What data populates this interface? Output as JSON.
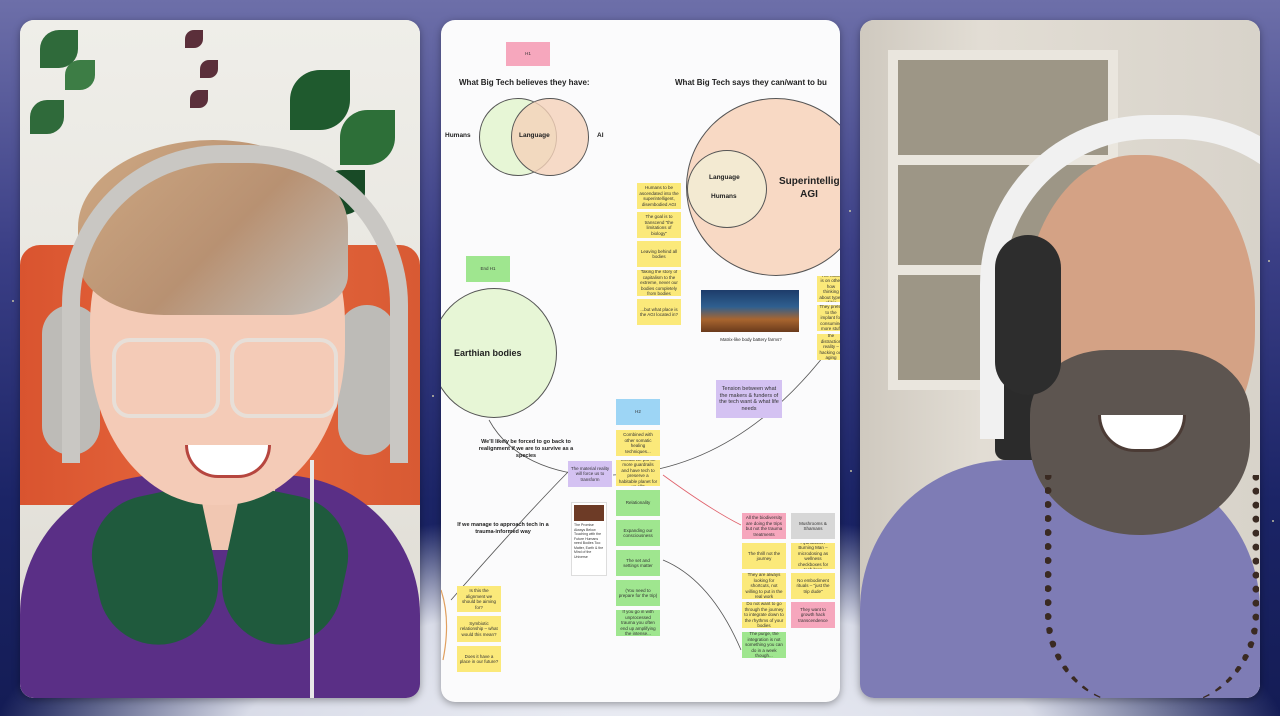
{
  "whiteboard": {
    "tag_top": "H1",
    "tag_end": "End H1",
    "tag_h2": "H2",
    "heading_left": "What Big Tech believes they have:",
    "heading_right": "What Big Tech says they can/want to bu",
    "venn_humans": "Humans",
    "venn_language": "Language",
    "venn_ai": "AI",
    "agi_title": "Superintellig AGI",
    "agi_inner_language": "Language",
    "agi_inner_humans": "Humans",
    "earthian": "Earthian bodies",
    "image_caption": "Matrix-like body battery farms?",
    "tension": "Tension between what the makers & funders of the tech want & what life needs",
    "forced": "We'll likely be forced to go back to realignment if we are to survive as a species",
    "trauma": "If we manage to approach tech in a trauma-informed way",
    "material": "The material reality will force us to transform",
    "notes_left_column": [
      "Humans to be ascendated into the superintelligent, disembodied AGI",
      "The goal is to transcend \"the limitations of biology\"",
      "Leaving behind all bodies",
      "Taking the story of capitalism to the extreme, never our bodies completely from bodies",
      "...but what place is the AGI located in?"
    ],
    "notes_center_column": [
      "Combined with other somatic healing techniques...",
      "Should we put on more guardrails and have tech to preserve a habitable planet for us all?",
      "Relationality",
      "Expanding our consciousness",
      "The set and settings matter",
      "(You need to prepare for the trip)",
      "If you go in with unprocessed trauma you often end up amplifying the intense..."
    ],
    "notes_right_grid": [
      "All the biodiversity are doing the trips but not the trauma treatments",
      "Mushrooms & Shamans",
      "The thrill not the journey",
      "Ayahuasca / Burning Man – microdosing as wellness checkboxes for tech bros",
      "They are always looking for shortcuts, not willing to put in the real work",
      "No embodiment rituals – \"just the trip dude\"",
      "Do not want to go through the journey to integrate down to the rhythms of your bodies",
      "They want to growth hack transcendence",
      "The purge, the integration is not something you can do in a week though..."
    ],
    "notes_bottom_left": [
      "Is this the alignment we should be aiming for?",
      "Symbiotic relationship – what would this mean?",
      "Does it have a place in our future?"
    ],
    "notes_right_edge": [
      "The focus is on other how thinking about types of bio",
      "They prefer to the implant for consuming more stuff",
      "the distraction reality – hacking out aging"
    ],
    "doc_card_title": "The Promise Always Below Touching with the Future Humans need Bodies Too: Matter, Earth & the Mind of the Universe"
  },
  "colors": {
    "yellow": "#fbe97a",
    "green": "#9fe68f",
    "pink": "#f6a7bd",
    "blue": "#9dd5f5",
    "violet": "#d4c2f2"
  }
}
